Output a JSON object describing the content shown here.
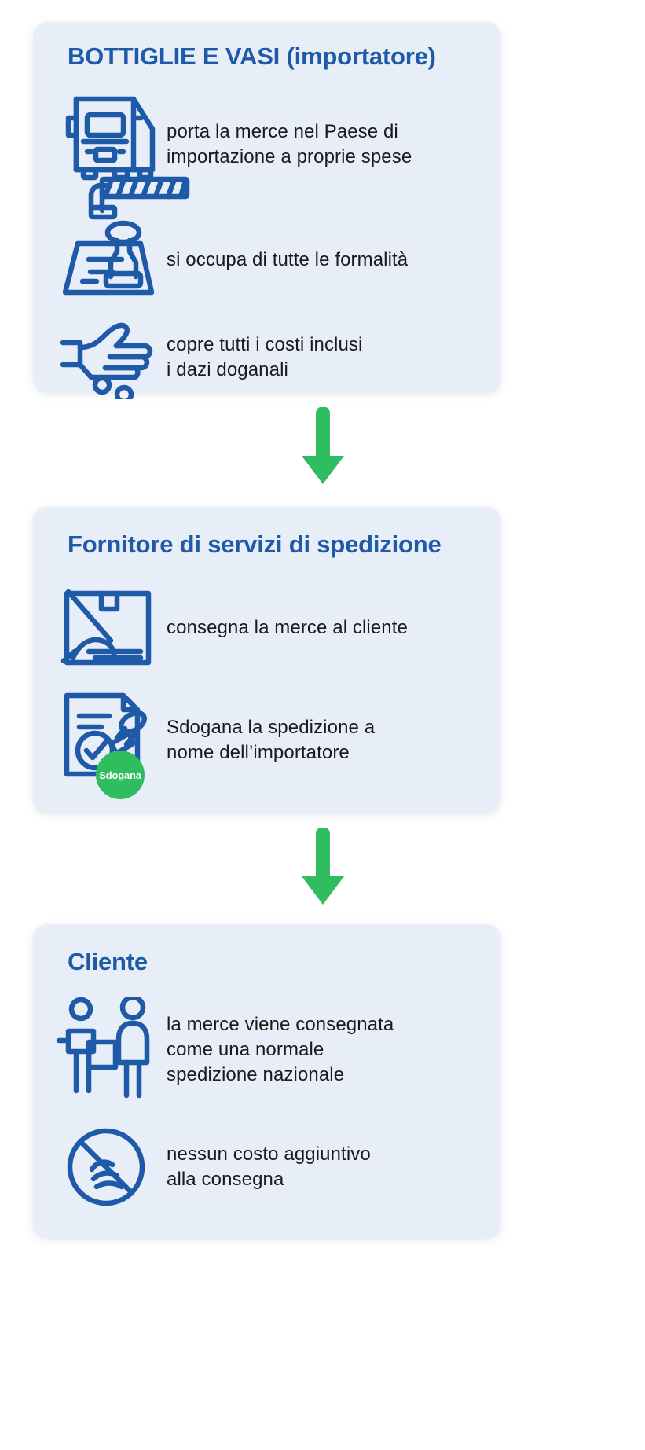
{
  "colors": {
    "card_bg": "#e8eef7",
    "title_blue": "#1f5aa8",
    "icon_blue": "#1f5aa8",
    "arrow_green": "#2fbd5f",
    "badge_green": "#2fbd5f",
    "text_dark": "#1a1a1a",
    "page_bg": "#ffffff"
  },
  "cards": [
    {
      "id": "importer",
      "title": "BOTTIGLIE E VASI (importatore)",
      "rows": [
        {
          "icon": "truck-barrier-icon",
          "text": "porta la merce nel Paese di\nimportazione a proprie spese"
        },
        {
          "icon": "stamp-document-icon",
          "text": "si occupa di tutte le formalità"
        },
        {
          "icon": "hand-coins-icon",
          "text": "copre tutti i costi inclusi\ni dazi doganali"
        }
      ]
    },
    {
      "id": "shipping-provider",
      "title": "Fornitore di servizi di spedizione",
      "rows": [
        {
          "icon": "hand-package-delivery-icon",
          "text": "consegna la merce al cliente"
        },
        {
          "icon": "customs-clearance-document-icon",
          "text": "Sdogana la spedizione a\nnome dell’importatore",
          "badge": "Sdogana"
        }
      ]
    },
    {
      "id": "customer",
      "title": "Cliente",
      "rows": [
        {
          "icon": "two-people-delivery-icon",
          "text": "la merce viene consegnata\ncome una normale\nspedizione nazionale"
        },
        {
          "icon": "no-extra-cost-icon",
          "text": "nessun costo aggiuntivo\nalla consegna"
        }
      ]
    }
  ],
  "arrows": [
    {
      "name": "arrow-importer-to-provider",
      "direction": "down"
    },
    {
      "name": "arrow-provider-to-customer",
      "direction": "down"
    }
  ]
}
